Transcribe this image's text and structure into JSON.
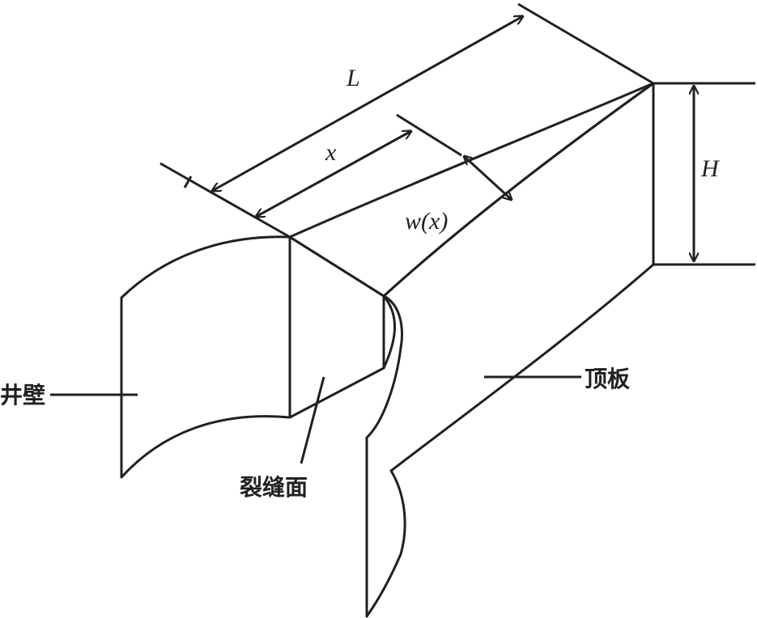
{
  "labels": {
    "length": "L",
    "height": "H",
    "position": "x",
    "width_fn": "w(x)",
    "wellbore": "井壁",
    "fracture_face": "裂缝面",
    "top_plate": "顶板"
  },
  "colors": {
    "fracture_gray": "#858a8f",
    "plate_orange": "#ef8623",
    "line": "#231f20",
    "background": "#ffffff"
  }
}
